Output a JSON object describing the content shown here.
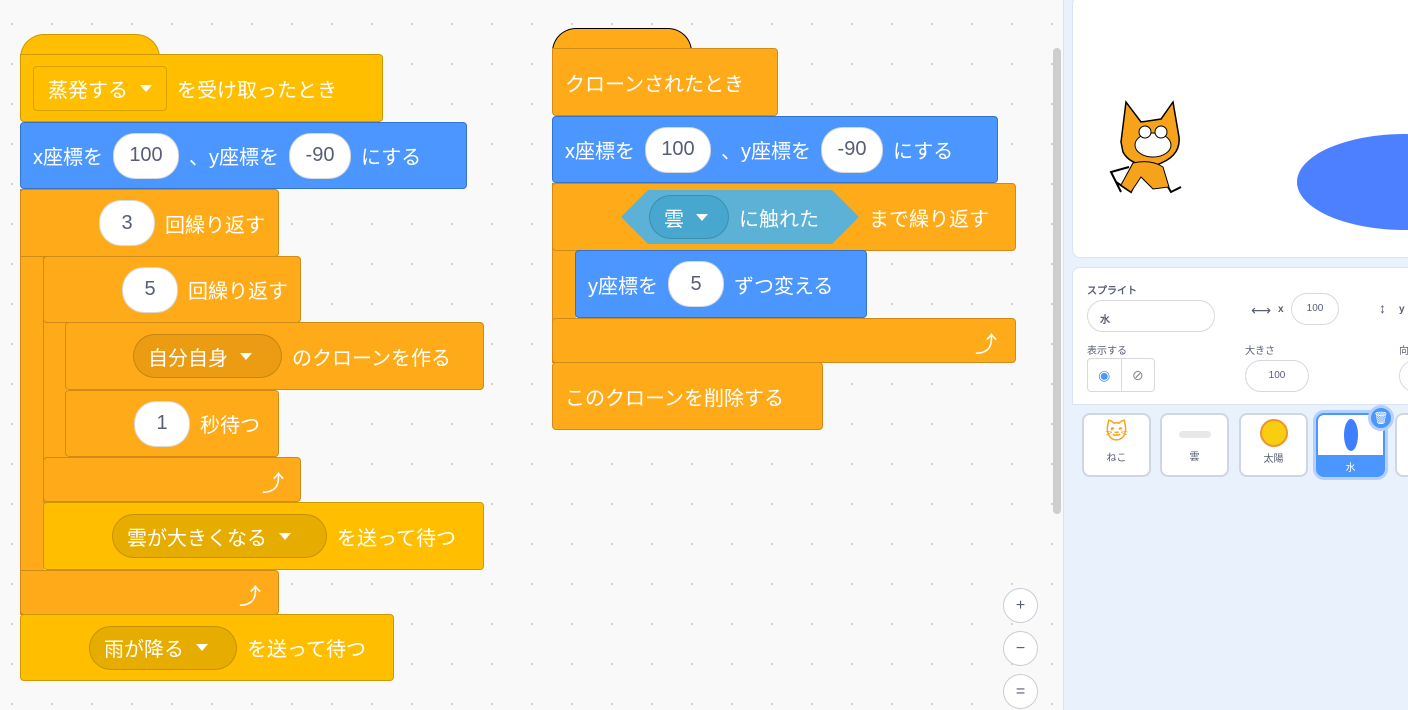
{
  "script1": {
    "hat": {
      "dropdown": "蒸発する",
      "text": "を受け取ったとき"
    },
    "goto": {
      "x_label": "x座標を",
      "x": "100",
      "sep": "、y座標を",
      "y": "-90",
      "suffix": "にする"
    },
    "repeat_outer": {
      "count": "3",
      "text": "回繰り返す"
    },
    "repeat_inner": {
      "count": "5",
      "text": "回繰り返す"
    },
    "clone": {
      "dropdown": "自分自身",
      "text": "のクローンを作る"
    },
    "wait": {
      "value": "1",
      "text": "秒待つ"
    },
    "broadcast1": {
      "dropdown": "雲が大きくなる",
      "text": "を送って待つ"
    },
    "broadcast2": {
      "dropdown": "雨が降る",
      "text": "を送って待つ"
    }
  },
  "script2": {
    "hat": {
      "text": "クローンされたとき"
    },
    "goto": {
      "x_label": "x座標を",
      "x": "100",
      "sep": "、y座標を",
      "y": "-90",
      "suffix": "にする"
    },
    "repeat_until": {
      "dropdown": "雲",
      "touching": "に触れた",
      "text": "まで繰り返す"
    },
    "change_y": {
      "label": "y座標を",
      "value": "5",
      "text": "ずつ変える"
    },
    "delete": {
      "text": "このクローンを削除する"
    }
  },
  "zoom": {
    "in": "+",
    "out": "−",
    "reset": "="
  },
  "sprite_info": {
    "sprite_label": "スプライト",
    "sprite_name": "水",
    "x_label": "x",
    "x": "100",
    "y_label": "y",
    "show_label": "表示する",
    "size_label": "大きさ",
    "size": "100",
    "direction_label": "向"
  },
  "sprites": [
    {
      "name": "ねこ"
    },
    {
      "name": "雲"
    },
    {
      "name": "太陽"
    },
    {
      "name": "水",
      "selected": true
    }
  ],
  "colors": {
    "events": "#FFBF00",
    "motion": "#4C97FF",
    "control": "#FFAB19",
    "sensing": "#5CB1D6"
  }
}
